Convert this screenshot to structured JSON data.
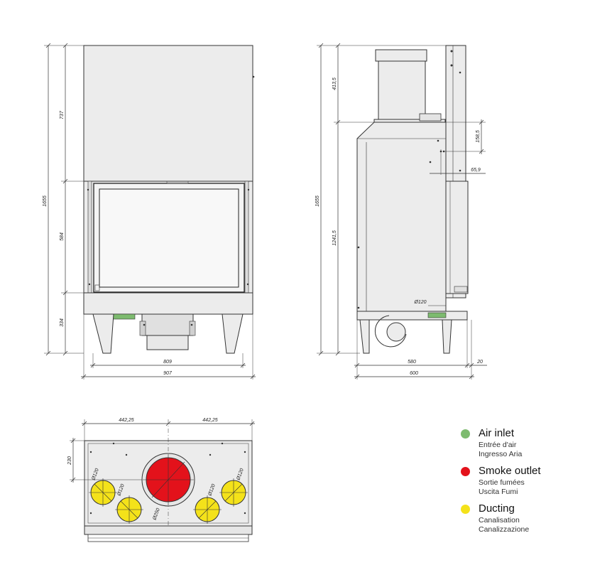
{
  "front_view": {
    "dims": {
      "total_height": "1655",
      "top_section": "737",
      "door_height": "584",
      "base_height": "334",
      "inner_width": "809",
      "total_width": "907"
    }
  },
  "side_view": {
    "dims": {
      "flue_height": "413,5",
      "total_height": "1655",
      "body_height": "1241,5",
      "outlet_offset": "158,5",
      "rear_offset": "65,9",
      "duct_diameter": "Ø120",
      "depth": "580",
      "front_projection": "20",
      "total_depth": "600"
    }
  },
  "top_view": {
    "dims": {
      "left_half": "442,25",
      "right_half": "442,25",
      "depth_offset": "230",
      "duct_1": "Ø120",
      "duct_2": "Ø120",
      "duct_3": "Ø120",
      "duct_4": "Ø120",
      "smoke_outlet": "Ø250"
    }
  },
  "legend": [
    {
      "title": "Air inlet",
      "lines": [
        "Entrée d'air",
        "Ingresso Aria"
      ],
      "color": "#7dbb6f"
    },
    {
      "title": "Smoke outlet",
      "lines": [
        "Sortie fumées",
        "Uscita Fumi"
      ],
      "color": "#e3121b"
    },
    {
      "title": "Ducting",
      "lines": [
        "Canalisation",
        "Canalizzazione"
      ],
      "color": "#f4e21a"
    }
  ],
  "colors": {
    "air_inlet": "#7dbb6f",
    "smoke_outlet": "#e3121b",
    "ducting": "#f4e21a",
    "body_fill": "#ececec",
    "line": "#333333"
  }
}
